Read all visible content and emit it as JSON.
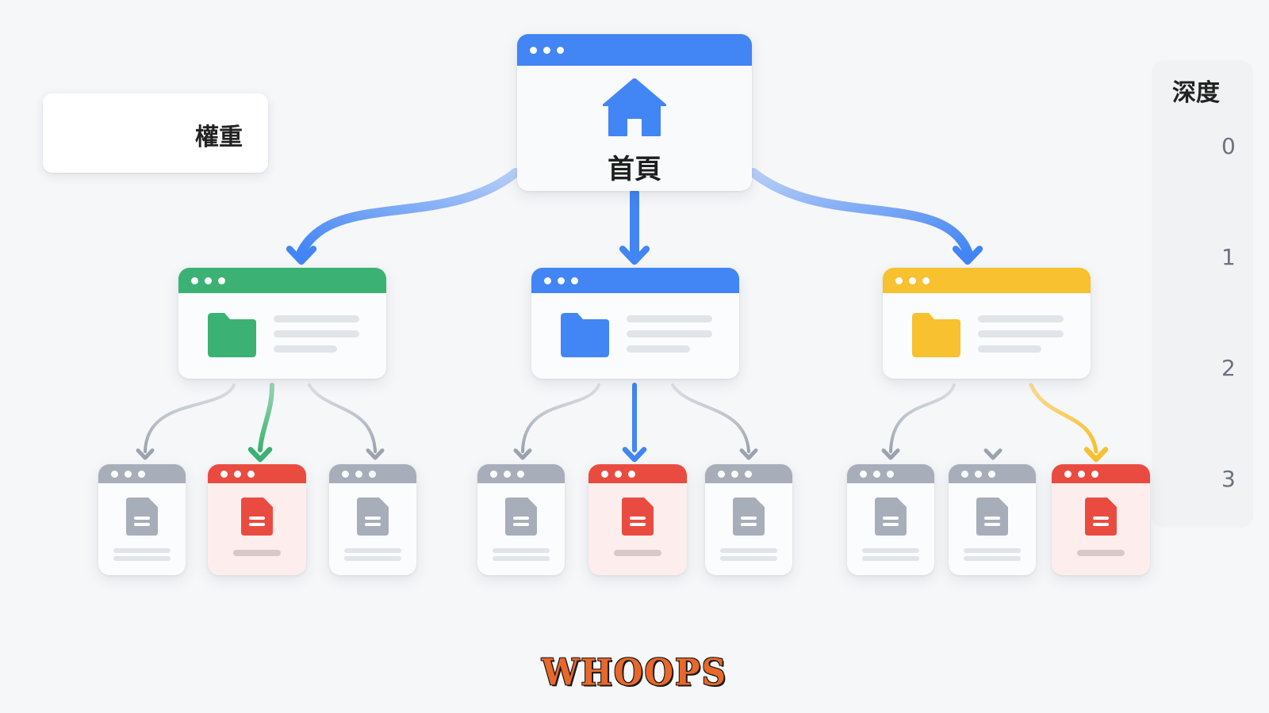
{
  "legend": {
    "label": "權重",
    "icon": "gradient-arrow-icon"
  },
  "root": {
    "label": "首頁",
    "icon": "home-icon",
    "color": "#4285f4"
  },
  "categories": [
    {
      "id": "green",
      "color": "#3bb273",
      "icon": "folder-icon"
    },
    {
      "id": "blue",
      "color": "#4285f4",
      "icon": "folder-icon"
    },
    {
      "id": "yellow",
      "color": "#f7c12f",
      "icon": "folder-icon"
    }
  ],
  "leaves": [
    {
      "state": "normal",
      "icon": "document-icon"
    },
    {
      "state": "highlight",
      "icon": "document-icon"
    },
    {
      "state": "normal",
      "icon": "document-icon"
    },
    {
      "state": "normal",
      "icon": "document-icon"
    },
    {
      "state": "highlight",
      "icon": "document-icon"
    },
    {
      "state": "normal",
      "icon": "document-icon"
    },
    {
      "state": "normal",
      "icon": "document-icon"
    },
    {
      "state": "normal",
      "icon": "document-icon"
    },
    {
      "state": "highlight",
      "icon": "document-icon"
    }
  ],
  "depth": {
    "title": "深度",
    "levels": [
      {
        "label": "0",
        "color": "#4285f4"
      },
      {
        "label": "1",
        "color": "#3bb273"
      },
      {
        "label": "2",
        "color": "#f7c12f"
      },
      {
        "label": "3",
        "color": "#ea4b40"
      }
    ]
  },
  "colors": {
    "leaf_gray": "#a7aeb9",
    "leaf_red": "#ea4b40",
    "leaf_red_bg": "#fdeeed",
    "edge_gray": "#9aa3ae"
  },
  "watermark": "WHOOPS"
}
